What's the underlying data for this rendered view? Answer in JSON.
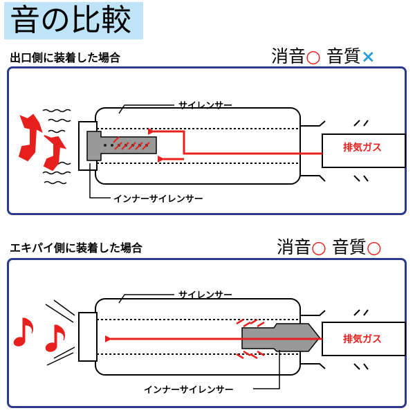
{
  "title": "音の比較",
  "section1": {
    "heading": "出口側に装着した場合",
    "rating_label_1": "消音",
    "rating_mark_1": "○",
    "rating_label_2": "音質",
    "rating_mark_2": "×",
    "silencer_label": "サイレンサー",
    "inner_label": "インナーサイレンサー",
    "gas_label": "排気ガス"
  },
  "section2": {
    "heading": "エキパイ側に装着した場合",
    "rating_label_1": "消音",
    "rating_mark_1": "○",
    "rating_label_2": "音質",
    "rating_mark_2": "○",
    "silencer_label": "サイレンサー",
    "inner_label": "インナーサイレンサー",
    "gas_label": "排気ガス"
  },
  "colors": {
    "circle_mark": "#e8201d",
    "cross_mark": "#2a9fd8",
    "arrow": "#e8201d",
    "panel_border": "#2b3a8a",
    "title_bg": "#bfe3f7"
  }
}
